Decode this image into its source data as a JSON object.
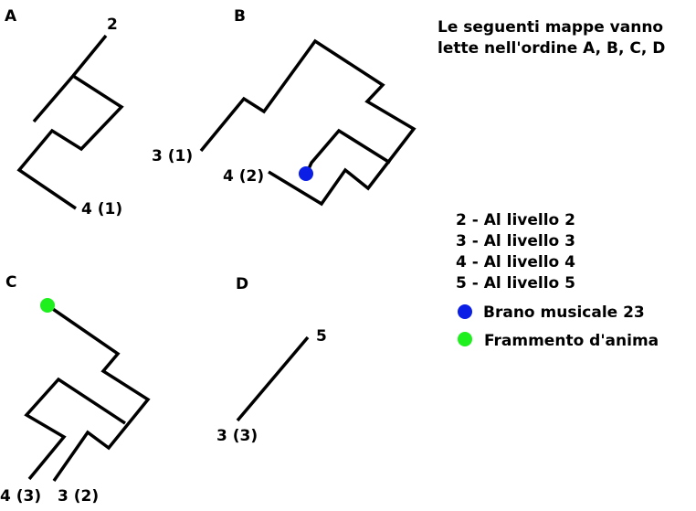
{
  "header": {
    "line1": "Le seguenti mappe vanno",
    "line2": "lette nell'ordine A, B, C, D"
  },
  "maps": {
    "A": {
      "name": "A",
      "label_top": "2",
      "label_bottom": "4 (1)"
    },
    "B": {
      "name": "B",
      "label_left": "3 (1)",
      "label_lower": "4 (2)"
    },
    "C": {
      "name": "C",
      "label_left": "4 (3)",
      "label_right": "3 (2)"
    },
    "D": {
      "name": "D",
      "label_top": "5",
      "label_bottom": "3 (3)"
    }
  },
  "legend": {
    "levels": [
      "2 - Al livello 2",
      "3 - Al livello 3",
      "4 - Al livello 4",
      "5 - Al livello 5"
    ],
    "markers": [
      {
        "label": "Brano musicale 23",
        "color": "#0a1ee6"
      },
      {
        "label": "Frammento d'anima",
        "color": "#1ef01e"
      }
    ]
  }
}
